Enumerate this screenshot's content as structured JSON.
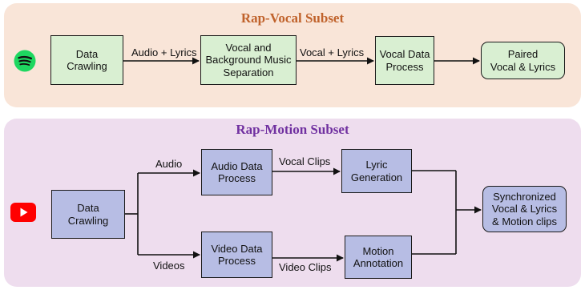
{
  "top": {
    "title": "Rap-Vocal Subset",
    "title_color": "#c0622b",
    "icon": "spotify-icon",
    "boxes": {
      "crawl": "Data\nCrawling",
      "separation": "Vocal and\nBackground Music\nSeparation",
      "process": "Vocal Data\nProcess",
      "output": "Paired\nVocal & Lyrics"
    },
    "labels": {
      "audio_lyrics": "Audio + Lyrics",
      "vocal_lyrics": "Vocal + Lyrics"
    }
  },
  "bottom": {
    "title": "Rap-Motion Subset",
    "title_color": "#7030a0",
    "icon": "youtube-icon",
    "boxes": {
      "crawl": "Data\nCrawling",
      "audio_process": "Audio Data\nProcess",
      "video_process": "Video Data\nProcess",
      "lyric_gen": "Lyric\nGeneration",
      "motion_ann": "Motion\nAnnotation",
      "output": "Synchronized\nVocal & Lyrics\n& Motion clips"
    },
    "labels": {
      "audio": "Audio",
      "videos": "Videos",
      "vocal_clips": "Vocal Clips",
      "video_clips": "Video Clips"
    }
  },
  "colors": {
    "green_box": "#d9efd2",
    "blue_box": "#b7bde4",
    "top_panel": "#f9e5d8",
    "bottom_panel": "#eeddee",
    "spotify": "#1ed760",
    "youtube": "#ff0000"
  }
}
